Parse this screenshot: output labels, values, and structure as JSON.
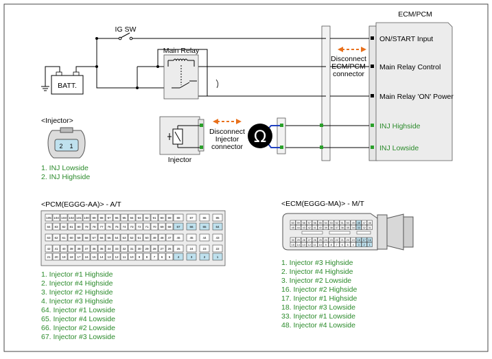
{
  "ecm_box_title": "ECM/PCM",
  "ecm_pins": [
    {
      "label": "ON/START Input",
      "color": "#000000"
    },
    {
      "label": "Main Relay Control",
      "color": "#000000"
    },
    {
      "label": "Main Relay 'ON' Power",
      "color": "#000000"
    },
    {
      "label": "INJ Highside",
      "color": "#2a8a2a"
    },
    {
      "label": "INJ Lowside",
      "color": "#2a8a2a"
    }
  ],
  "ig_sw_label": "IG SW",
  "main_relay_label": "Main Relay",
  "battery_label": "BATT.",
  "disconnect_ecm_label": [
    "Disconnect",
    "ECM/PCM",
    "connector"
  ],
  "disconnect_inj_label": [
    "Disconnect",
    "Injector",
    "connector"
  ],
  "injector_label": "Injector",
  "injector_conn_title": "<Injector>",
  "injector_conn_pins": [
    "2",
    "1"
  ],
  "injector_pin_list": [
    "1. INJ Lowside",
    "2. INJ Highside"
  ],
  "ohm_symbol": "Ω",
  "pcm_title": "<PCM(EGGG-AA)> - A/T",
  "pcm_pin_list": [
    "1. Injector #1 Highside",
    "2. Injector #4 Highside",
    "3. Injector #2 Highside",
    "4. Injector #3 Highside",
    "64. Injector #1 Lowside",
    "65. Injector #4 Lowside",
    "66. Injector #2 Lowside",
    "67. Injector #3 Lowside"
  ],
  "pcm_rows_left": [
    [
      "105",
      "104",
      "103",
      "102",
      "101",
      "100",
      "99",
      "98",
      "97",
      "96",
      "95",
      "94",
      "93",
      "92",
      "91",
      "90",
      "89"
    ],
    [
      "84",
      "83",
      "82",
      "81",
      "80",
      "79",
      "78",
      "77",
      "76",
      "75",
      "74",
      "73",
      "72",
      "71",
      "70",
      "69",
      "68"
    ],
    [
      "63",
      "62",
      "61",
      "60",
      "59",
      "58",
      "57",
      "56",
      "55",
      "54",
      "53",
      "52",
      "51",
      "50",
      "49",
      "48",
      "47"
    ],
    [
      "42",
      "41",
      "40",
      "39",
      "38",
      "37",
      "36",
      "35",
      "34",
      "33",
      "32",
      "31",
      "30",
      "29",
      "28",
      "27",
      "26"
    ],
    [
      "21",
      "20",
      "19",
      "18",
      "17",
      "16",
      "15",
      "14",
      "13",
      "12",
      "11",
      "10",
      "9",
      "8",
      "7",
      "6",
      "5"
    ]
  ],
  "pcm_rows_right": [
    [
      "88",
      "87",
      "86",
      "85"
    ],
    [
      "67",
      "66",
      "65",
      "64"
    ],
    [
      "46",
      "45",
      "44",
      "43"
    ],
    [
      "25",
      "24",
      "23",
      "22"
    ],
    [
      "4",
      "3",
      "2",
      "1"
    ]
  ],
  "pcm_highlight": [
    "67",
    "66",
    "65",
    "64",
    "4",
    "3",
    "2",
    "1"
  ],
  "ecm_title": "<ECM(EGGG-MA)> - M/T",
  "ecm_pin_list": [
    "1. Injector #3 Highside",
    "2. Injector #4 Highside",
    "3. Injector #2 Lowside",
    "16. Injector #2 Highside",
    "17. Injector #1 Highside",
    "18. Injector #3 Lowside",
    "33. Injector #1 Lowside",
    "48. Injector #4 Lowside"
  ],
  "ecm_rows": [
    [
      "60",
      "59",
      "58",
      "57",
      "56",
      "55",
      "54",
      "53",
      "52",
      "51",
      "50",
      "49",
      "48",
      "47",
      "46"
    ],
    [
      "45",
      "44",
      "43",
      "42",
      "41",
      "40",
      "39",
      "38",
      "37",
      "36",
      "35",
      "34",
      "33",
      "32",
      "31"
    ],
    [
      "30",
      "29",
      "28",
      "27",
      "26",
      "25",
      "24",
      "23",
      "22",
      "21",
      "20",
      "19",
      "18",
      "17",
      "16"
    ],
    [
      "15",
      "14",
      "13",
      "12",
      "11",
      "10",
      "9",
      "8",
      "7",
      "6",
      "5",
      "4",
      "3",
      "2",
      "1"
    ]
  ],
  "ecm_highlight": [
    "48",
    "33",
    "18",
    "17",
    "16",
    "3",
    "2",
    "1"
  ]
}
